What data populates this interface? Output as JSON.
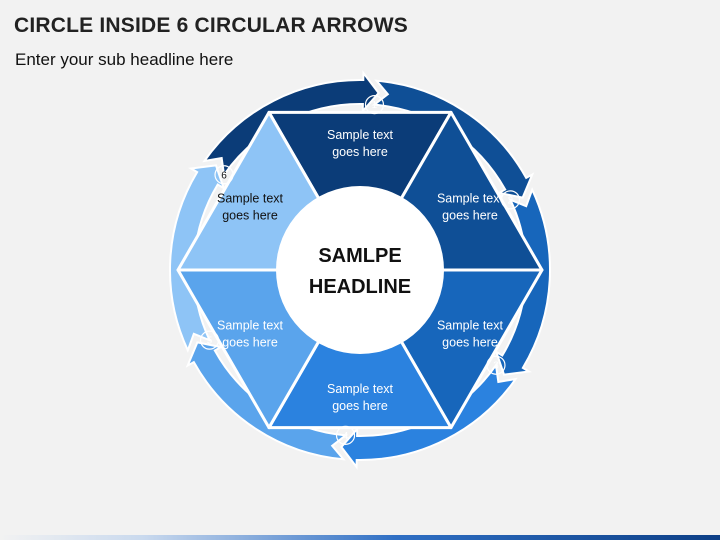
{
  "title": "CIRCLE INSIDE 6 CIRCULAR ARROWS",
  "subtitle": "Enter your sub headline here",
  "center": {
    "line1": "SAMLPE",
    "line2": "HEADLINE"
  },
  "segments": [
    {
      "number": "1",
      "line1": "Sample text",
      "line2": "goes here",
      "color": "#0b3c78",
      "text_color": "#ffffff"
    },
    {
      "number": "2",
      "line1": "Sample text",
      "line2": "goes here",
      "color": "#0f4f96",
      "text_color": "#ffffff"
    },
    {
      "number": "3",
      "line1": "Sample text",
      "line2": "goes here",
      "color": "#1766bb",
      "text_color": "#ffffff"
    },
    {
      "number": "4",
      "line1": "Sample text",
      "line2": "goes here",
      "color": "#2b82df",
      "text_color": "#ffffff"
    },
    {
      "number": "5",
      "line1": "Sample text",
      "line2": "goes here",
      "color": "#5aa4ec",
      "text_color": "#ffffff"
    },
    {
      "number": "6",
      "line1": "Sample text",
      "line2": "goes here",
      "color": "#8ec4f6",
      "text_color": "#111111"
    }
  ],
  "arrow_colors": [
    "#0b3c78",
    "#0f4f96",
    "#1766bb",
    "#2b82df",
    "#5aa4ec",
    "#8ec4f6"
  ],
  "center_color": "#ffffff",
  "background_color": "#f2f2f2"
}
